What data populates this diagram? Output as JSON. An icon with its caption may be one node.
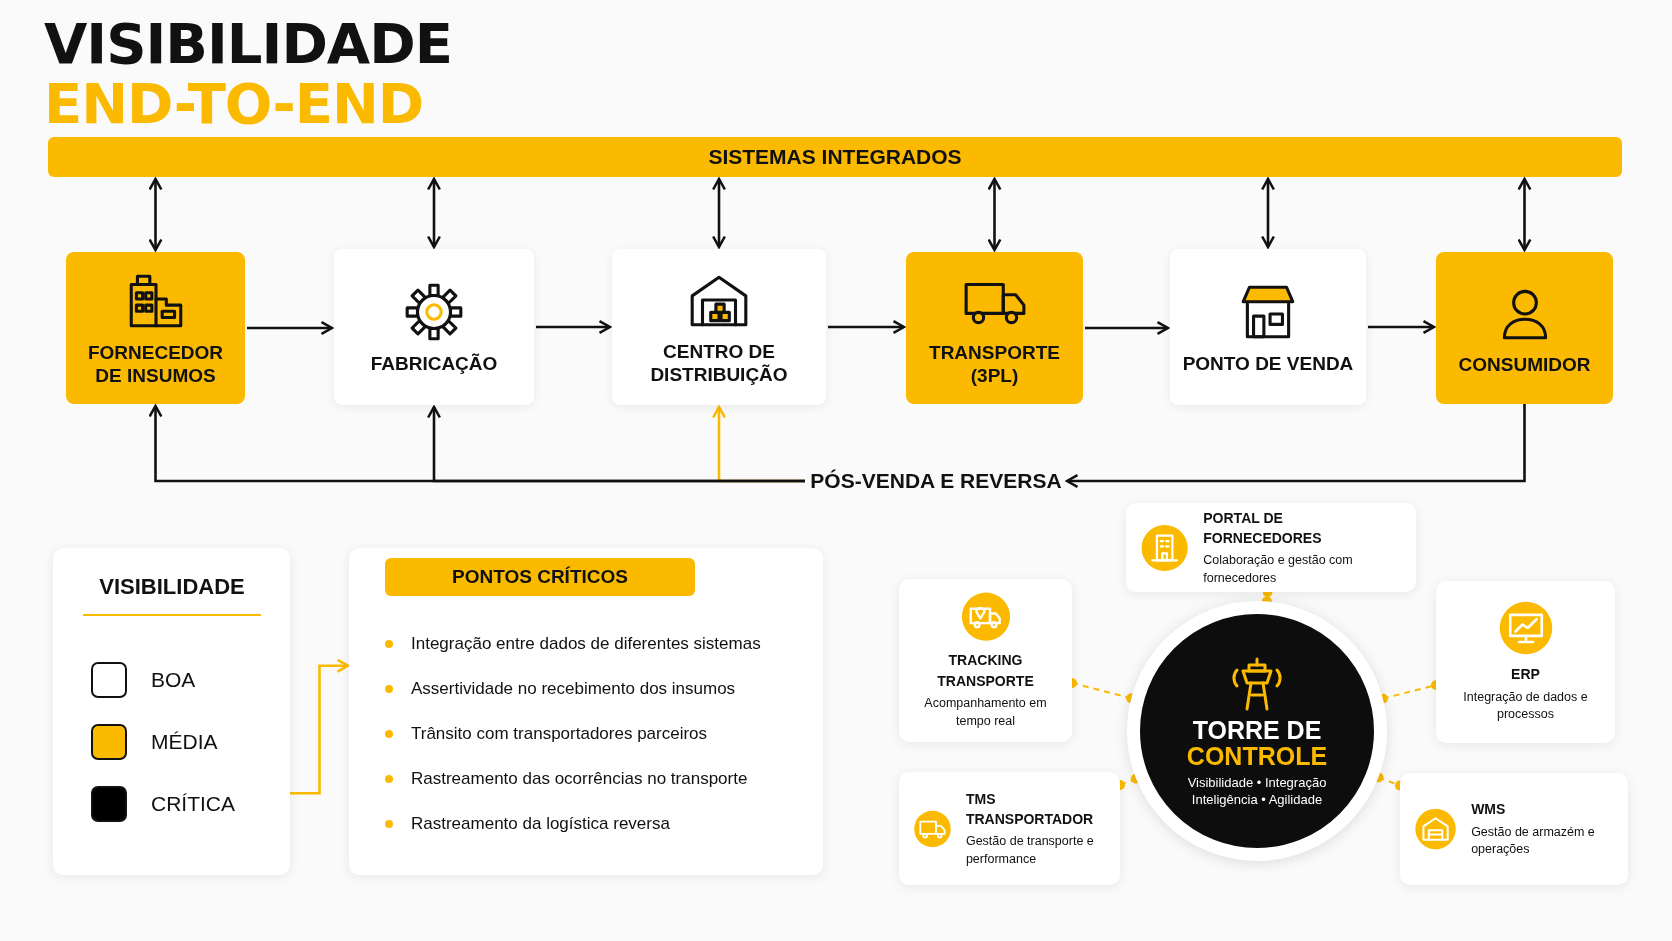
{
  "diagram": {
    "title": "VISIBILIDADE END-TO-END",
    "nodes": [
      {
        "text": [
          "SISTEMAS INTEGRADOS"
        ]
      },
      {
        "text": [
          "FORNECEDOR DE INSUMOS"
        ]
      },
      {
        "text": [
          "FABRICAÇÃO"
        ]
      },
      {
        "text": [
          "CENTRO DE DISTRIBUIÇÃO"
        ]
      },
      {
        "text": [
          "TRANSPORTE (3PL)"
        ]
      },
      {
        "text": [
          "PONTO DE VENDA"
        ]
      },
      {
        "text": [
          "CONSUMIDOR"
        ]
      },
      {
        "text": [
          "PÓS-VENDA E REVERSA"
        ]
      },
      {
        "text": [
          "VISIBILIDADE"
        ]
      },
      {
        "text": [
          "PONTOS CRÍTICOS",
          "Integração entre dados de diferentes sistemas",
          "Assertividade no recebimento dos insumos",
          "Trânsito com transportadores parceiros",
          "Rastreamento das ocorrências no transporte",
          "Rastreamento da logística reversa"
        ]
      },
      {
        "text": [
          "TORRE DE CONTROLE",
          "Visibilidade • Integração Inteligência • Agilidade"
        ]
      },
      {
        "text": [
          "PORTAL DE FORNECEDORES",
          "Colaboração e gestão com fornecedores"
        ]
      },
      {
        "text": [
          "TRACKING TRANSPORTE",
          "Acompanhamento em tempo real"
        ]
      },
      {
        "text": [
          "ERP",
          "Integração de dados e processos"
        ]
      },
      {
        "text": [
          "TMS TRANSPORTADOR",
          "Gestão de transporte e performance"
        ]
      },
      {
        "text": [
          "WMS",
          "Gestão de armazém e operações"
        ]
      }
    ],
    "edges": [
      {
        "from": 0,
        "to": 1,
        "arrow": "both"
      },
      {
        "from": 0,
        "to": 2,
        "arrow": "both"
      },
      {
        "from": 0,
        "to": 3,
        "arrow": "both"
      },
      {
        "from": 0,
        "to": 4,
        "arrow": "both"
      },
      {
        "from": 0,
        "to": 5,
        "arrow": "both"
      },
      {
        "from": 0,
        "to": 6,
        "arrow": "both"
      },
      {
        "from": 1,
        "to": 2,
        "arrow": "to"
      },
      {
        "from": 2,
        "to": 3,
        "arrow": "to"
      },
      {
        "from": 3,
        "to": 4,
        "arrow": "to"
      },
      {
        "from": 4,
        "to": 5,
        "arrow": "to"
      },
      {
        "from": 5,
        "to": 6,
        "arrow": "to"
      },
      {
        "from": 6,
        "to": 7,
        "arrow": "to"
      },
      {
        "from": 7,
        "to": 1,
        "arrow": "to"
      },
      {
        "from": 7,
        "to": 2,
        "arrow": "to"
      },
      {
        "from": 7,
        "to": 3,
        "arrow": "to",
        "color": "#fbba00"
      },
      {
        "from": 8,
        "to": 9,
        "arrow": "to",
        "color": "#fbba00"
      },
      {
        "from": 10,
        "to": 11,
        "arrow": "other",
        "style": "dashed",
        "color": "#fbba00"
      },
      {
        "from": 10,
        "to": 12,
        "arrow": "other",
        "style": "dashed",
        "color": "#fbba00"
      },
      {
        "from": 10,
        "to": 13,
        "arrow": "other",
        "style": "dashed",
        "color": "#fbba00"
      },
      {
        "from": 10,
        "to": 14,
        "arrow": "other",
        "style": "dashed",
        "color": "#fbba00"
      },
      {
        "from": 10,
        "to": 15,
        "arrow": "other",
        "style": "dashed",
        "color": "#fbba00"
      }
    ],
    "legend": [
      {
        "text": "BOA",
        "color": "#ffffff"
      },
      {
        "text": "MÉDIA",
        "color": "#fbba00"
      },
      {
        "text": "CRÍTICA",
        "color": "#000000"
      }
    ]
  }
}
